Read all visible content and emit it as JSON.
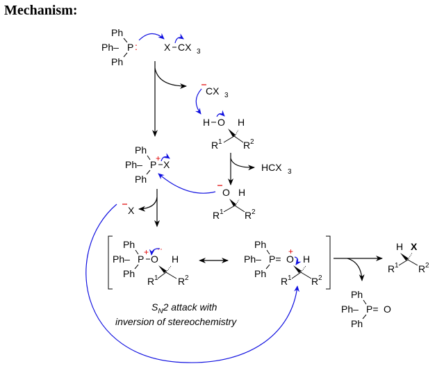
{
  "title": "Mechanism:",
  "colors": {
    "electron_arrow": "#1010e0",
    "charge": "#e00000",
    "reaction_arrow": "#000000"
  },
  "labels": {
    "ph": "Ph",
    "ph_dash": "Ph–",
    "p": "P",
    "x": "X",
    "cx3": "CX",
    "sub3": "3",
    "h": "H",
    "o": "O",
    "r": "R",
    "sup1": "1",
    "sup2": "2",
    "hcx3": "HCX",
    "bold_x": "X",
    "peq": "P=",
    "plus": "+",
    "minus": "–",
    "lone_pair": ":",
    "dots": "··"
  },
  "species": [
    "Triphenylphosphine (PPh3)",
    "Tetrahalomethane (X-CX3)",
    "Trihalomethyl anion (-CX3)",
    "Alcohol (R1R2CH-OH)",
    "Phosphonium halide (Ph3P+-X)",
    "Haloform (HCX3)",
    "Alkoxide",
    "Halide (X-)",
    "Alkoxyphosphonium resonance forms",
    "Alkyl halide product",
    "Triphenylphosphine oxide (Ph3P=O)"
  ],
  "annotation": {
    "line1_s": "S",
    "line1_sub": "N",
    "line1_rest": "2 attack with",
    "line2": "inversion of stereochemistry"
  }
}
